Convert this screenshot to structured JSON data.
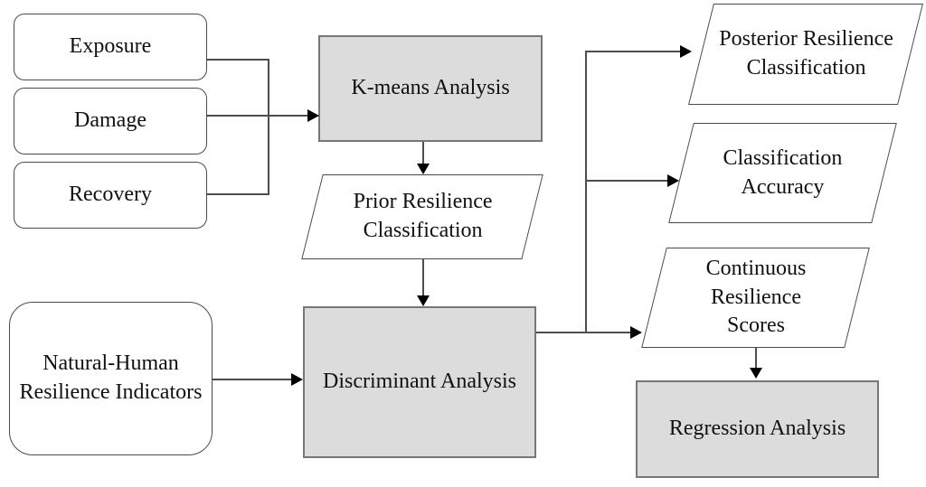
{
  "nodes": {
    "exposure": {
      "label": "Exposure",
      "shape": "rounded-rect",
      "fill": "#ffffff"
    },
    "damage": {
      "label": "Damage",
      "shape": "rounded-rect",
      "fill": "#ffffff"
    },
    "recovery": {
      "label": "Recovery",
      "shape": "rounded-rect",
      "fill": "#ffffff"
    },
    "nhri": {
      "label": "Natural-Human Resilience Indicators",
      "shape": "rounded-rect",
      "fill": "#ffffff"
    },
    "kmeans": {
      "label": "K-means Analysis",
      "shape": "process-rect",
      "fill": "#dcdcdc"
    },
    "prior": {
      "label": "Prior Resilience Classification",
      "shape": "parallelogram",
      "fill": "#ffffff"
    },
    "discriminant": {
      "label": "Discriminant Analysis",
      "shape": "process-rect",
      "fill": "#dcdcdc"
    },
    "posterior": {
      "label": "Posterior Resilience Classification",
      "shape": "parallelogram",
      "fill": "#ffffff"
    },
    "classacc": {
      "label": "Classification Accuracy",
      "shape": "parallelogram",
      "fill": "#ffffff"
    },
    "continuous": {
      "label": "Continuous Resilience Scores",
      "shape": "parallelogram",
      "fill": "#ffffff"
    },
    "regression": {
      "label": "Regression Analysis",
      "shape": "process-rect",
      "fill": "#dcdcdc"
    }
  },
  "edges": [
    {
      "from": "exposure",
      "to": "kmeans"
    },
    {
      "from": "damage",
      "to": "kmeans"
    },
    {
      "from": "recovery",
      "to": "kmeans"
    },
    {
      "from": "kmeans",
      "to": "prior"
    },
    {
      "from": "prior",
      "to": "discriminant"
    },
    {
      "from": "nhri",
      "to": "discriminant"
    },
    {
      "from": "discriminant",
      "to": "posterior"
    },
    {
      "from": "discriminant",
      "to": "classacc"
    },
    {
      "from": "discriminant",
      "to": "continuous"
    },
    {
      "from": "continuous",
      "to": "regression"
    }
  ],
  "colors": {
    "background": "#ffffff",
    "process_fill": "#dcdcdc",
    "io_fill": "#ffffff",
    "shape_border": "#4a4a4a",
    "process_border": "#767676",
    "connector_line": "#4d4d4d",
    "arrowhead": "#000000",
    "text": "#111111"
  }
}
